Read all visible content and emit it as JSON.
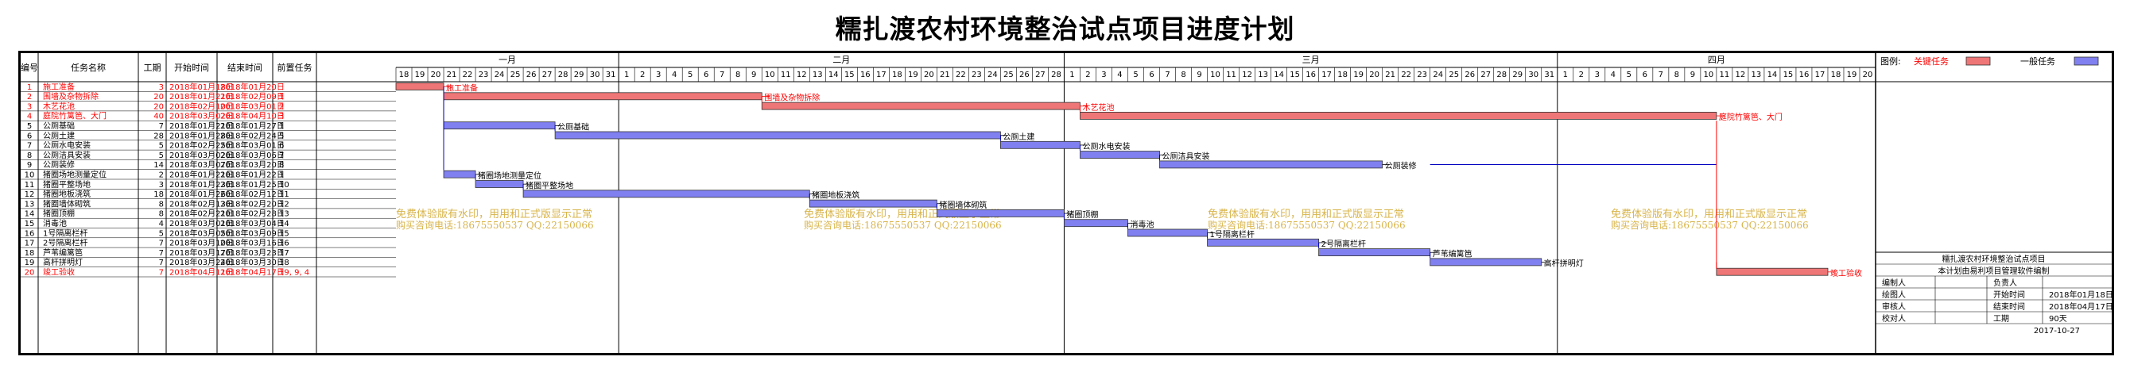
{
  "title": "糯扎渡农村环境整治试点项目进度计划",
  "table_headers": {
    "id": "编号",
    "name": "任务名称",
    "duration": "工期",
    "start": "开始时间",
    "end": "结束时间",
    "pred": "前置任务"
  },
  "months": [
    {
      "label": "一月",
      "days": [
        "18",
        "19",
        "20",
        "21",
        "22",
        "23",
        "24",
        "25",
        "26",
        "27",
        "28",
        "29",
        "30",
        "31"
      ]
    },
    {
      "label": "二月",
      "days": [
        "1",
        "2",
        "3",
        "4",
        "5",
        "6",
        "7",
        "8",
        "9",
        "10",
        "11",
        "12",
        "13",
        "14",
        "15",
        "16",
        "17",
        "18",
        "19",
        "20",
        "21",
        "22",
        "23",
        "24",
        "25",
        "26",
        "27",
        "28"
      ]
    },
    {
      "label": "三月",
      "days": [
        "1",
        "2",
        "3",
        "4",
        "5",
        "6",
        "7",
        "8",
        "9",
        "10",
        "11",
        "12",
        "13",
        "14",
        "15",
        "16",
        "17",
        "18",
        "19",
        "20",
        "21",
        "22",
        "23",
        "24",
        "25",
        "26",
        "27",
        "28",
        "29",
        "30",
        "31"
      ]
    },
    {
      "label": "四月",
      "days": [
        "1",
        "2",
        "3",
        "4",
        "5",
        "6",
        "7",
        "8",
        "9",
        "10",
        "11",
        "12",
        "13",
        "14",
        "15",
        "16",
        "17",
        "18",
        "19",
        "20"
      ]
    }
  ],
  "timeline": {
    "first_day_offset": 0,
    "total_days": 93
  },
  "colors": {
    "critical": "#ef7676",
    "critical_text": "#ff0000",
    "normal": "#8080f0",
    "grid": "#e0e0e0",
    "border": "#000000"
  },
  "tasks": [
    {
      "id": "1",
      "name": "施工准备",
      "duration": "3",
      "start": "2018年01月18日",
      "end": "2018年01月20日",
      "pred": "",
      "critical": true,
      "s": 0,
      "d": 3,
      "label": "施工准备"
    },
    {
      "id": "2",
      "name": "围墙及杂物拆除",
      "duration": "20",
      "start": "2018年01月21日",
      "end": "2018年02月09日",
      "pred": "1",
      "critical": true,
      "s": 3,
      "d": 20,
      "label": "围墙及杂物拆除"
    },
    {
      "id": "3",
      "name": "木艺花池",
      "duration": "20",
      "start": "2018年02月10日",
      "end": "2018年03月01日",
      "pred": "2",
      "critical": true,
      "s": 23,
      "d": 20,
      "label": "木艺花池"
    },
    {
      "id": "4",
      "name": "庭院竹篱笆、大门",
      "duration": "40",
      "start": "2018年03月02日",
      "end": "2018年04月10日",
      "pred": "3",
      "critical": true,
      "s": 43,
      "d": 40,
      "label": "庭院竹篱笆、大门"
    },
    {
      "id": "5",
      "name": "公厕基础",
      "duration": "7",
      "start": "2018年01月21日",
      "end": "2018年01月27日",
      "pred": "1",
      "critical": false,
      "s": 3,
      "d": 7,
      "label": "公厕基础"
    },
    {
      "id": "6",
      "name": "公厕土建",
      "duration": "28",
      "start": "2018年01月28日",
      "end": "2018年02月24日",
      "pred": "5",
      "critical": false,
      "s": 10,
      "d": 28,
      "label": "公厕土建"
    },
    {
      "id": "7",
      "name": "公厕水电安装",
      "duration": "5",
      "start": "2018年02月25日",
      "end": "2018年03月01日",
      "pred": "6",
      "critical": false,
      "s": 38,
      "d": 5,
      "label": "公厕水电安装"
    },
    {
      "id": "8",
      "name": "公厕洁具安装",
      "duration": "5",
      "start": "2018年03月02日",
      "end": "2018年03月06日",
      "pred": "7",
      "critical": false,
      "s": 43,
      "d": 5,
      "label": "公厕洁具安装"
    },
    {
      "id": "9",
      "name": "公厕装修",
      "duration": "14",
      "start": "2018年03月07日",
      "end": "2018年03月20日",
      "pred": "8",
      "critical": false,
      "s": 48,
      "d": 14,
      "label": "公厕装修"
    },
    {
      "id": "10",
      "name": "猪圈场地测量定位",
      "duration": "2",
      "start": "2018年01月21日",
      "end": "2018年01月22日",
      "pred": "1",
      "critical": false,
      "s": 3,
      "d": 2,
      "label": "猪圈场地测量定位"
    },
    {
      "id": "11",
      "name": "猪圈平整场地",
      "duration": "3",
      "start": "2018年01月23日",
      "end": "2018年01月25日",
      "pred": "10",
      "critical": false,
      "s": 5,
      "d": 3,
      "label": "猪圈平整场地"
    },
    {
      "id": "12",
      "name": "猪圈地板浇筑",
      "duration": "18",
      "start": "2018年01月26日",
      "end": "2018年02月12日",
      "pred": "11",
      "critical": false,
      "s": 8,
      "d": 18,
      "label": "猪圈地板浇筑"
    },
    {
      "id": "13",
      "name": "猪圈墙体砌筑",
      "duration": "8",
      "start": "2018年02月13日",
      "end": "2018年02月20日",
      "pred": "12",
      "critical": false,
      "s": 26,
      "d": 8,
      "label": "猪圈墙体砌筑"
    },
    {
      "id": "14",
      "name": "猪圈顶棚",
      "duration": "8",
      "start": "2018年02月21日",
      "end": "2018年02月28日",
      "pred": "13",
      "critical": false,
      "s": 34,
      "d": 8,
      "label": "猪圈顶棚"
    },
    {
      "id": "15",
      "name": "消毒池",
      "duration": "4",
      "start": "2018年03月01日",
      "end": "2018年03月04日",
      "pred": "14",
      "critical": false,
      "s": 42,
      "d": 4,
      "label": "消毒池"
    },
    {
      "id": "16",
      "name": "1号隔离栏杆",
      "duration": "5",
      "start": "2018年03月05日",
      "end": "2018年03月09日",
      "pred": "15",
      "critical": false,
      "s": 46,
      "d": 5,
      "label": "1号隔离栏杆"
    },
    {
      "id": "17",
      "name": "2号隔离栏杆",
      "duration": "7",
      "start": "2018年03月10日",
      "end": "2018年03月16日",
      "pred": "16",
      "critical": false,
      "s": 51,
      "d": 7,
      "label": "2号隔离栏杆"
    },
    {
      "id": "18",
      "name": "芦苇编篱笆",
      "duration": "7",
      "start": "2018年03月17日",
      "end": "2018年03月23日",
      "pred": "17",
      "critical": false,
      "s": 58,
      "d": 7,
      "label": "芦苇编篱笆"
    },
    {
      "id": "19",
      "name": "高杆拼明灯",
      "duration": "7",
      "start": "2018年03月24日",
      "end": "2018年03月30日",
      "pred": "18",
      "critical": false,
      "s": 65,
      "d": 7,
      "label": "高杆拼明灯"
    },
    {
      "id": "20",
      "name": "竣工验收",
      "duration": "7",
      "start": "2018年04月11日",
      "end": "2018年04月17日",
      "pred": "19, 9, 4",
      "critical": true,
      "s": 83,
      "d": 7,
      "label": "竣工验收"
    }
  ],
  "legend": {
    "label": "图例:",
    "critical": "关键任务",
    "normal": "一般任务"
  },
  "info": {
    "project": "糯扎渡农村环境整治试点项目",
    "note": "本计划由易利项目管理软件编制",
    "rows": [
      [
        "编制人",
        "",
        "负责人",
        ""
      ],
      [
        "绘图人",
        "",
        "开始时间",
        "2018年01月18日"
      ],
      [
        "审核人",
        "",
        "结束时间",
        "2018年04月17日"
      ],
      [
        "校对人",
        "",
        "工期",
        "90天"
      ]
    ],
    "date": "2017-10-27"
  },
  "watermark": {
    "line1": "免费体验版有水印，用用和正式版显示正常",
    "line2": "购买咨询电话:18675550537 QQ:22150066"
  }
}
